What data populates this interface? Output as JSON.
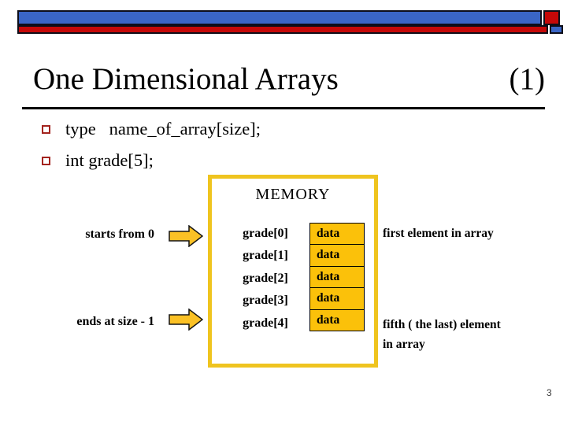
{
  "slide": {
    "title": "One Dimensional Arrays",
    "title_number": "(1)",
    "page_number": "3"
  },
  "bullets": [
    {
      "text": "type   name_of_array[size];"
    },
    {
      "text": "int grade[5];"
    }
  ],
  "memory": {
    "title": "MEMORY",
    "rows": [
      {
        "label": "grade[0]",
        "value": "data"
      },
      {
        "label": "grade[1]",
        "value": "data"
      },
      {
        "label": "grade[2]",
        "value": "data"
      },
      {
        "label": "grade[3]",
        "value": "data"
      },
      {
        "label": "grade[4]",
        "value": "data"
      }
    ]
  },
  "annotations": {
    "left_top": "starts from 0",
    "left_bottom": "ends at size - 1",
    "right_top": "first element in array",
    "right_bottom": {
      "lines": [
        "fifth ( the last) element",
        "in array"
      ]
    }
  },
  "colors": {
    "bar-blue": "#3A65C5",
    "bar-red": "#C50808",
    "gold-border": "#EFC41F",
    "gold-fill": "#FBC10A",
    "gold-arrow": "#FBC125",
    "bullet-red": "#A3231E"
  }
}
